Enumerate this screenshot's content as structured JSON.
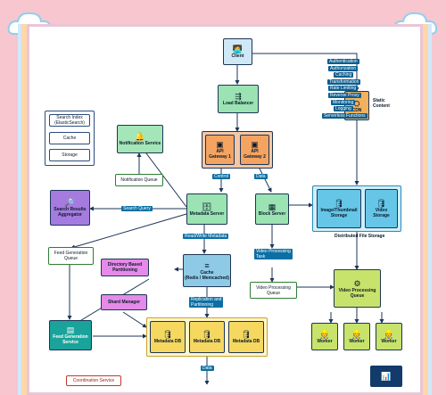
{
  "nodes": {
    "client": "Client",
    "load_balancer": "Load Balancer",
    "gateway1": "API\nGateway 1",
    "gateway2": "API\nGateway 2",
    "notification_service": "Notification Service",
    "notification_queue": "Notification Queue",
    "search_index": "Search Index\n(ElasticSearch)",
    "cache_small": "Cache",
    "storage_small": "Storage",
    "search_aggregator": "Search Results\nAggregator",
    "metadata_server": "Metadata Server",
    "block_server": "Block Server",
    "image_storage": "Image/Thumbnail\nStorage",
    "video_storage": "Video\nStorage",
    "dist_storage_label": "Distributed File Storage",
    "cdn": "CDN",
    "static_content": "Static\nContent",
    "feed_generation_queue": "Feed Generation\nQueue",
    "directory_partitioning": "Directory Based\nPartitioning",
    "cache_redis": "Cache\n(Redis / Memcached)",
    "shard_manager": "Shard Manager",
    "video_processing_queue": "Video Processing\nQueue",
    "video_processing_queue_small": "Video Processing\nQueue",
    "feed_generation_service": "Feed Generation\nService",
    "metadata_db1": "Metadata DB",
    "metadata_db2": "Metadata DB",
    "metadata_db3": "Metadata DB",
    "worker1": "Worker",
    "worker2": "Worker",
    "worker3": "Worker",
    "coordination_service": "Coordination Service"
  },
  "cdn_features": [
    "Authentication",
    "Authorization",
    "Caching",
    "Transformation",
    "Rate Limiting",
    "Reverse Proxy",
    "Monitoring",
    "Logging",
    "Serverless Functions"
  ],
  "edge_labels": {
    "search_query": "Search Query",
    "control": "Control",
    "data": "Data",
    "read_write_metadata": "Read/Write Metadata",
    "video_processing_task": "Video Processing\nTask",
    "replication": "Replication and\nPartitioning",
    "data_bottom": "Data"
  },
  "colors": {
    "background": "#f7c6cf",
    "client": "#cfe8f6",
    "green": "#9be3b3",
    "orange_group": "#f3c7a6",
    "gateway": "#f4a460",
    "notification": "#a5e6b8",
    "blue_outline": "#2b4c7e",
    "purple": "#a57be0",
    "magenta": "#e58ae8",
    "blue_node": "#8ecae6",
    "yellow": "#f6d860",
    "storage_blue": "#66c6e8",
    "cdn_orange": "#f3b15c",
    "lime": "#c8e36b",
    "teal": "#1aa39a"
  }
}
